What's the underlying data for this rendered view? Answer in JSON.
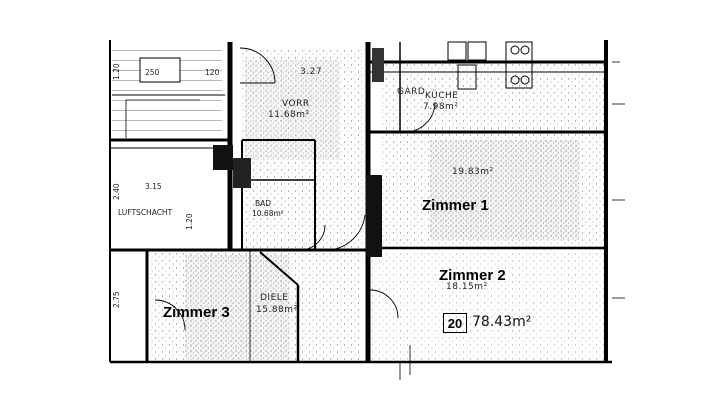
{
  "rooms": {
    "zimmer1": "Zimmer 1",
    "zimmer2": "Zimmer 2",
    "zimmer3": "Zimmer 3"
  },
  "plan_text": {
    "vorr": "VORR",
    "vorr_area": "11.68m²",
    "garderobe": "GARD",
    "kueche": "KÜCHE",
    "kueche_area": "7.98m²",
    "zimmer1_area": "19.83m²",
    "zimmer2_area": "18.15m²",
    "bad": "BAD",
    "bad_area": "10.68m²",
    "diele": "DIELE",
    "diele_area": "15.88m²",
    "luftschacht": "LUFTSCHACHT",
    "stiege_dim": "250",
    "stiege_dim2": "120",
    "dim_327": "3.27",
    "dim_315": "3.15",
    "dim_240": "2.40",
    "dim_275": "2.75",
    "dim_120a": "1.20",
    "dim_120b": "1.20"
  },
  "unit": {
    "number": "20",
    "total_area": "78.43m²"
  }
}
